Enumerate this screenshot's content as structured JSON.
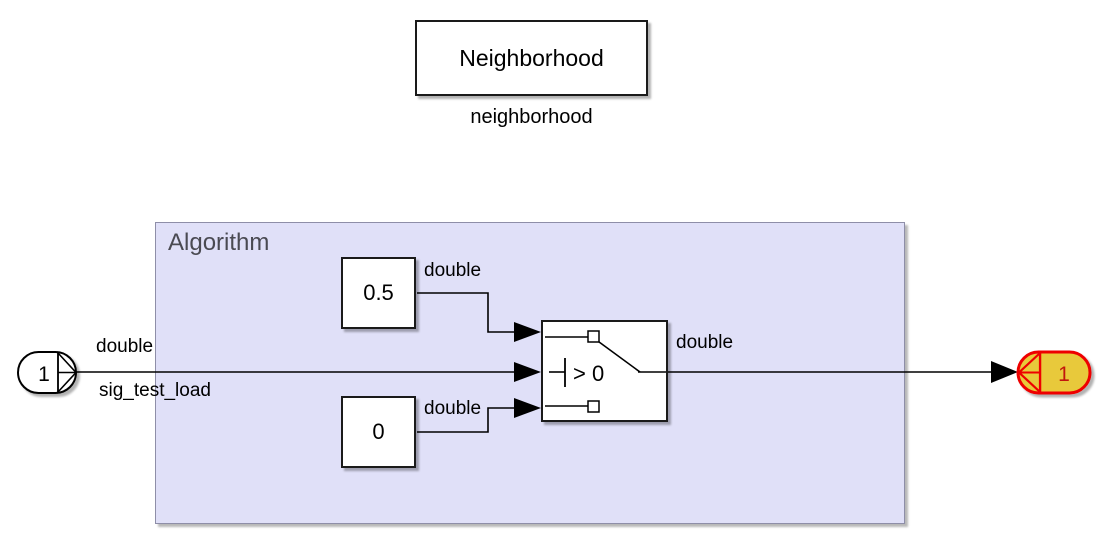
{
  "diagram": {
    "type": "simulink-block-diagram",
    "canvas_background": "#ffffff",
    "subsystem_fill": "#e0e0f8",
    "highlight_fill": "#e8c93a",
    "highlight_stroke": "#ee0000"
  },
  "reference_block": {
    "label": "Neighborhood",
    "caption": "neighborhood"
  },
  "subsystem": {
    "title": "Algorithm"
  },
  "input_port": {
    "number": "1",
    "signal_type": "double",
    "signal_name": "sig_test_load"
  },
  "constants": [
    {
      "value": "0.5",
      "signal_type": "double"
    },
    {
      "value": "0",
      "signal_type": "double"
    }
  ],
  "switch_block": {
    "criterion": "> 0",
    "output_signal_type": "double"
  },
  "output_port": {
    "number": "1"
  }
}
